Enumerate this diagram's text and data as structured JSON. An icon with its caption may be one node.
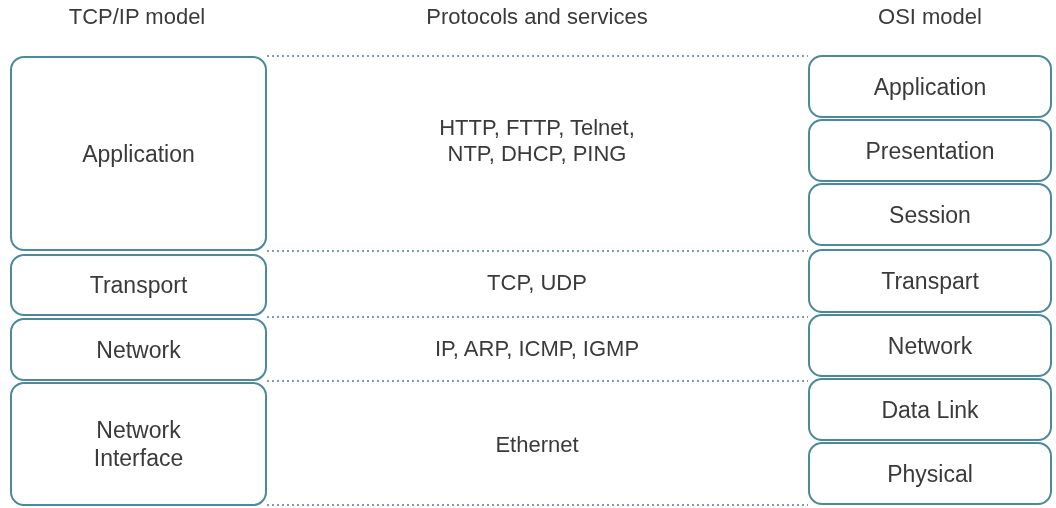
{
  "diagram": {
    "nodes": [
      {
        "text": [
          "Application"
        ]
      },
      {
        "text": [
          "Transport"
        ]
      },
      {
        "text": [
          "Network"
        ]
      },
      {
        "text": [
          "Network Interface"
        ]
      },
      {
        "text": [
          "Application"
        ]
      },
      {
        "text": [
          "Presentation"
        ]
      },
      {
        "text": [
          "Session"
        ]
      },
      {
        "text": [
          "Transpart"
        ]
      },
      {
        "text": [
          "Network"
        ]
      },
      {
        "text": [
          "Data Link"
        ]
      },
      {
        "text": [
          "Physical"
        ]
      }
    ],
    "edges": [],
    "labels": [
      "TCP/IP model",
      "Protocols and services",
      "OSI model",
      "HTTP, FTTP, Telnet, NTP, DHCP, PING",
      "TCP, UDP",
      "IP, ARP, ICMP, IGMP",
      "Ethernet"
    ]
  }
}
